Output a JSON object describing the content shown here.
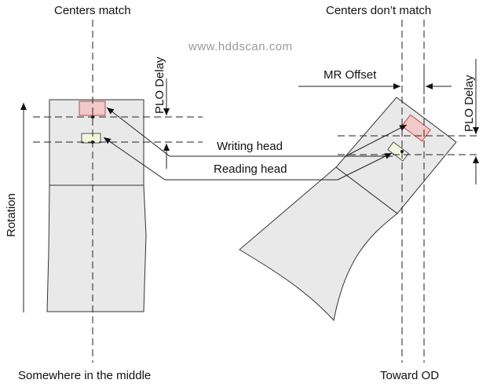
{
  "watermark": "www.hddscan.com",
  "labels": {
    "centers_match": "Centers match",
    "centers_dont_match": "Centers don’t match",
    "plo_delay_left": "PLO Delay",
    "plo_delay_right": "PLO Delay",
    "mr_offset": "MR Offset",
    "writing_head": "Writing head",
    "reading_head": "Reading head",
    "rotation": "Rotation",
    "somewhere_middle": "Somewhere in the middle",
    "toward_od": "Toward OD"
  },
  "colors": {
    "slider_fill": "#e9e9e9",
    "writer_fill": "#f2c9c9",
    "writer_stroke": "#c04848",
    "reader_fill": "#f4f6dc",
    "reader_stroke": "#555555",
    "line": "#222222",
    "watermark": "#9a9a9a"
  }
}
